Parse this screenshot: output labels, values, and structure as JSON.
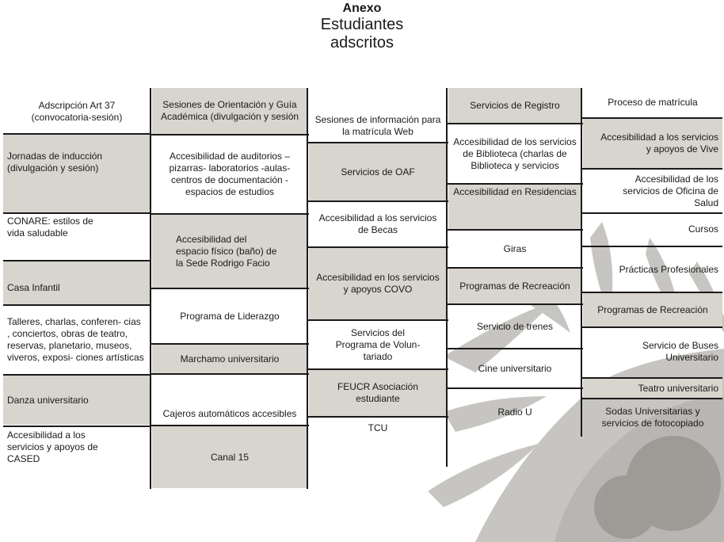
{
  "header": {
    "title": "Anexo",
    "subtitle_line1": "Estudiantes",
    "subtitle_line2": "adscritos"
  },
  "colors": {
    "gray_cell": "#d8d4ce",
    "line": "#1a1a1a"
  },
  "columns": {
    "col1": [
      "Adscripción Art 37 (convocatoria-sesión)",
      "Jornadas de inducción (divulgación y sesión)",
      "CONARE: estilos de vida saludable",
      "Casa Infantil",
      "Talleres, charlas, conferen- cias , conciertos, obras de teatro, reservas, planetario, museos, viveros, exposi- ciones artísticas",
      "Danza universitario",
      "Accesibilidad a los servicios y apoyos de CASED"
    ],
    "col2": [
      "Sesiones de Orientación y Guía Académica (divulgación y sesión",
      "Accesibilidad de auditorios –pizarras- laboratorios -aulas- centros de documentación -espacios de estudios",
      "Accesibilidad del espacio físico (baño) de la Sede Rodrigo Facio",
      "Programa de Liderazgo",
      "Marchamo universitario",
      "Cajeros automáticos accesibles",
      "Canal 15"
    ],
    "col3": [
      "Sesiones de información para la matrícula Web",
      "Servicios de OAF",
      "Accesibilidad a los servicios de Becas",
      "Accesibilidad en los servicios y apoyos COVO",
      "Servicios del Programa de Volun- tariado",
      "FEUCR Asociación estudiante",
      "TCU"
    ],
    "col4": [
      "Servicios de Registro",
      "Accesibilidad de los servicios de Biblioteca (charlas de Biblioteca y servicios",
      "Accesibilidad en Residencias",
      "Giras",
      "Programas de Recreación",
      "Servicio de trenes",
      "Cine universitario",
      "Radio U"
    ],
    "col5": [
      "Proceso de matrícula",
      "Accesibilidad a los servicios y apoyos de Vive",
      "Accesibilidad de los servicios de Oficina de Salud",
      "Cursos",
      "Prácticas Profesionales",
      "Programas de Recreación",
      "Servicio de Buses Universitario",
      "Teatro universitario",
      "Sodas Universitarias y servicios de fotocopiado"
    ]
  }
}
